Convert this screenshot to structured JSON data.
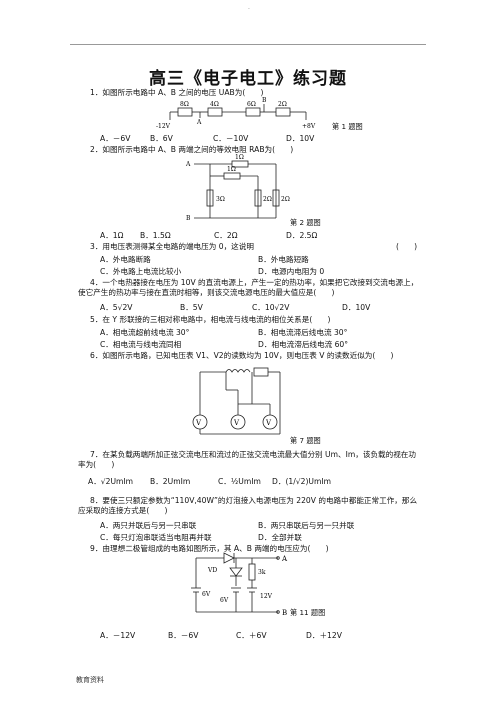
{
  "header_mark": ".",
  "title": "高三《电子电工》练习题",
  "questions": [
    {
      "stem": "1．如图所示电路中 A、B 之间的电压 UAB为(　　)",
      "fig": {
        "caption": "第 1 题图",
        "labels": {
          "r1": "8Ω",
          "r2": "4Ω",
          "r3": "6Ω",
          "r4": "2Ω",
          "a": "A",
          "b": "B",
          "left": "-12V",
          "right": "+8V"
        }
      },
      "options": [
        "A．－6V",
        "B．6V",
        "C．－10V",
        "D．10V"
      ]
    },
    {
      "stem": "2．如图所示电路中 A、B 两端之间的等效电阻 RAB为(　　)",
      "fig": {
        "caption": "第 2 题图",
        "labels": {
          "a": "A",
          "b": "B",
          "r1": "1Ω",
          "r2": "1Ω",
          "r3": "3Ω",
          "r4": "2Ω",
          "r5": "2Ω"
        }
      },
      "options": [
        "A．1Ω",
        "B．1.5Ω",
        "C．2Ω",
        "D．2.5Ω"
      ]
    },
    {
      "stem": "3．用电压表测得某全电路的端电压为 0，这说明",
      "bracket": "(　　)",
      "options": [
        "A．外电路断路",
        "B．外电路短路",
        "C．外电路上电流比较小",
        "D．电源内电阻为 0"
      ]
    },
    {
      "stem": "4．一个电热器接在电压为 10V 的直流电源上，产生一定的热功率，如果把它改接到交流电源上，使它产生的热功率与接在直流时相等，则该交流电源电压的最大值应是(　　)",
      "options": [
        "A．5√2V",
        "B．5V",
        "C．10√2V",
        "D．10V"
      ]
    },
    {
      "stem": "5．在 Y 形联接的三相对称电路中，相电流与线电流的相位关系是(　　)",
      "options": [
        "A．相电流超前线电流 30°",
        "B．相电流滞后线电流 30°",
        "C．相电流与线电流同相",
        "D．相电流滞后线电流 60°"
      ]
    },
    {
      "stem": "6．如图所示电路，已知电压表 V1、V2的读数均为 10V，则电压表 V 的读数近似为(　　)",
      "fig": {
        "caption": "第 7 题图",
        "labels": {
          "v": "V",
          "v1": "V",
          "v2": "V"
        }
      }
    },
    {
      "stem": "7．在某负载两端所加正弦交流电压和流过的正弦交流电流最大值分别 Um、Im，该负载的视在功率为(　　)",
      "options": [
        "A．√2UmIm",
        "B．2UmIm",
        "C．½UmIm",
        "D．(1/√2)UmIm"
      ]
    },
    {
      "stem": "8．要使三只额定参数为“110V,40W”的灯泡接入电源电压为 220V 的电路中都能正常工作，那么应采取的连接方式是(　　)",
      "options": [
        "A．两只并联后与另一只串联",
        "B．两只串联后与另一只并联",
        "C．每只灯泡串联适当电阻再并联",
        "D．全部并联"
      ]
    },
    {
      "stem": "9．由理想二极管组成的电路如图所示，其 A、B 两端的电压应为(　　)",
      "fig": {
        "caption": "第 11 题图",
        "labels": {
          "vd": "VD",
          "a": "A",
          "b": "B",
          "e1": "6V",
          "e2": "6V",
          "r": "3k",
          "e3": "12V"
        }
      },
      "options": [
        "A．－12V",
        "B．－6V",
        "C．＋6V",
        "D．＋12V"
      ]
    }
  ],
  "footer": "教育资料"
}
